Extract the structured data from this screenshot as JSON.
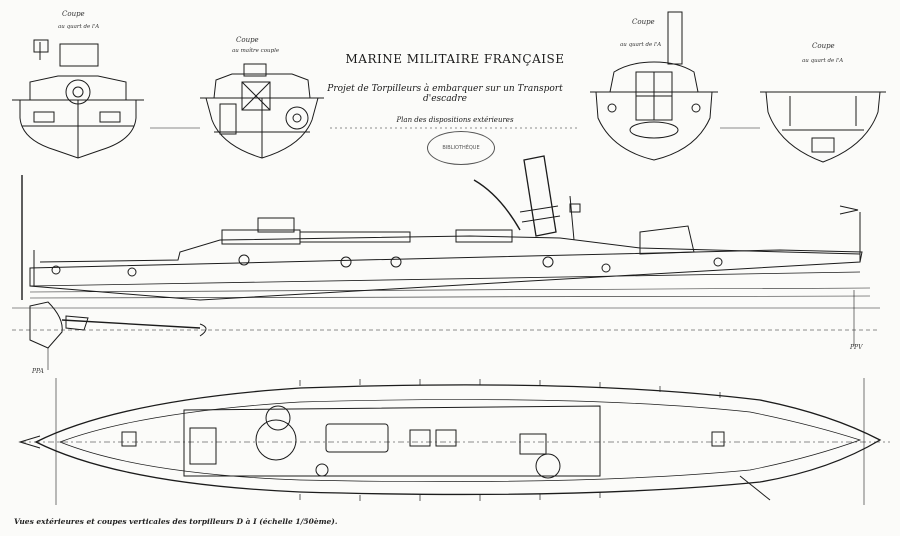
{
  "title": {
    "line1": "MARINE MILITAIRE FRANÇAISE",
    "line2": "Projet de Torpilleurs à embarquer sur un Transport d'escadre",
    "line3": "Plan des dispositions extérieures"
  },
  "stamp": {
    "text": "BIBLIOTHÈQUE"
  },
  "caption": "Vues extérieures et coupes verticales des torpilleurs D à I (échelle 1/50ème).",
  "section_views": [
    {
      "heading": "Coupe",
      "sub": "au quart de l'A"
    },
    {
      "heading": "Coupe",
      "sub": "au maître couple"
    },
    {
      "heading": "Coupe",
      "sub": "au quart de l'A"
    },
    {
      "heading": "Coupe",
      "sub": "au quart de l'A"
    }
  ],
  "frame_labels": {
    "aft": "PPA",
    "fwd": "PPV"
  },
  "drawing": {
    "ink_color": "#1c1c1c",
    "paper_color": "#fbfbf9"
  }
}
